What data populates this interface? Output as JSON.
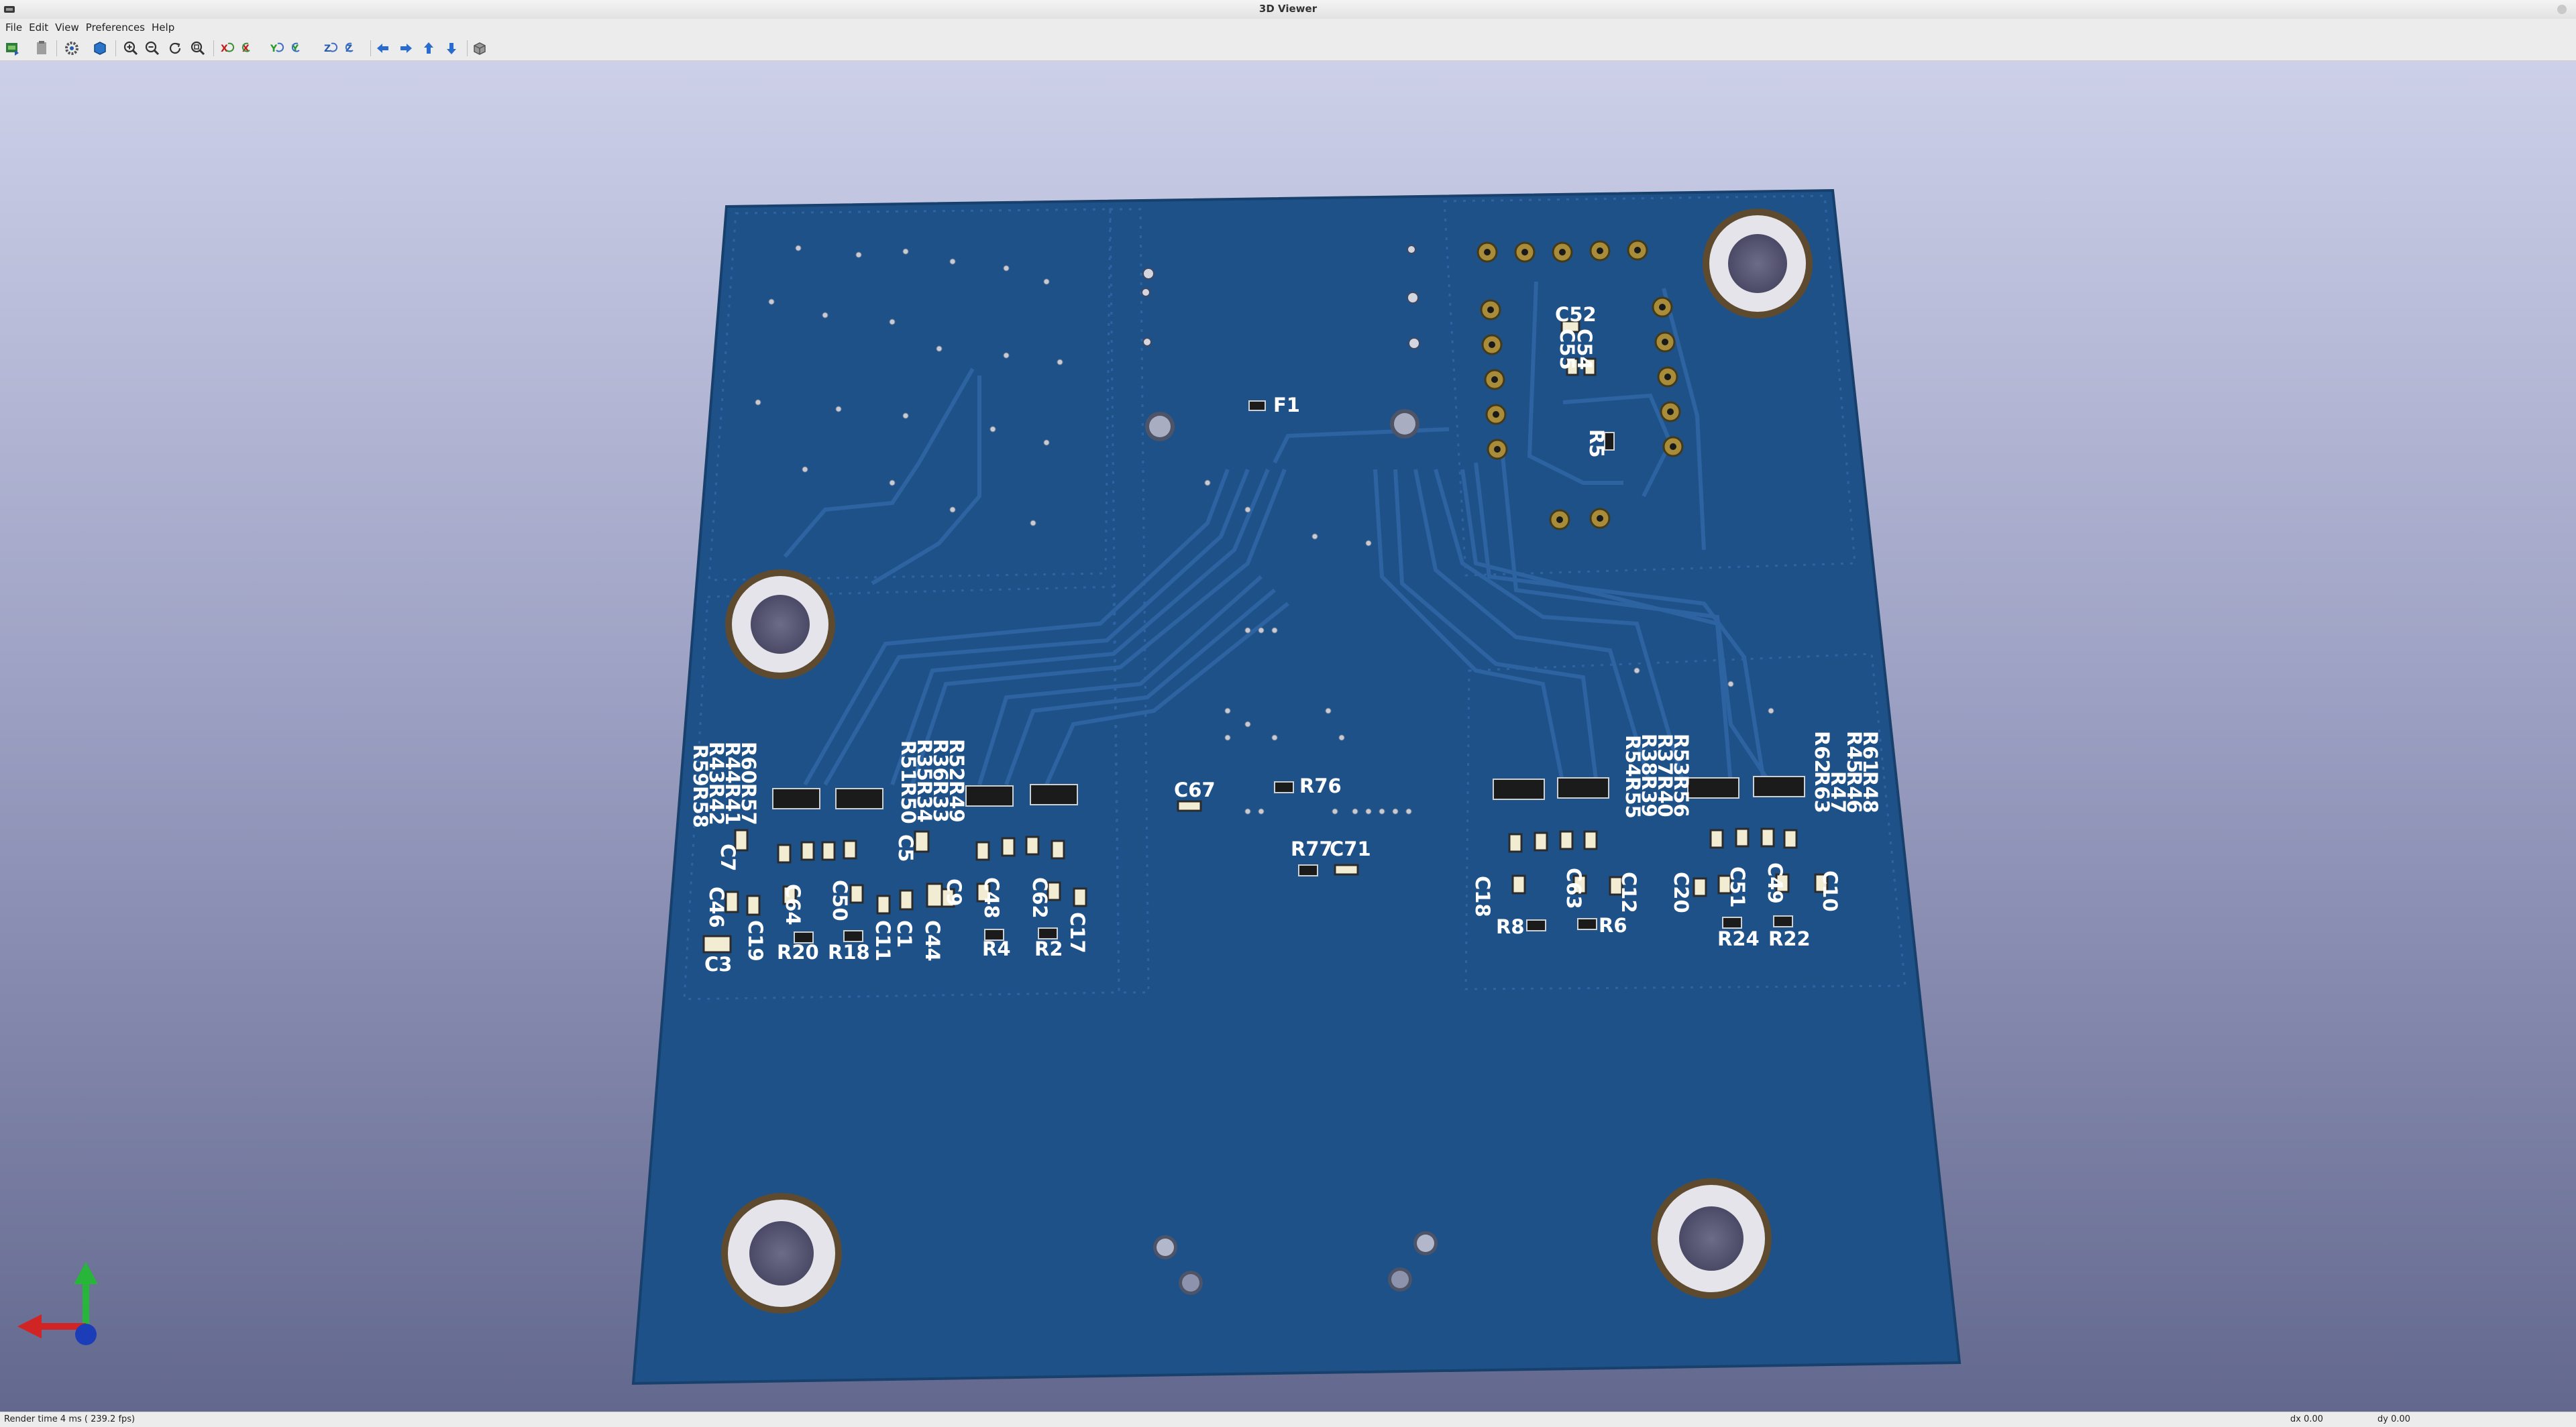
{
  "window": {
    "title": "3D Viewer"
  },
  "menu": [
    {
      "id": "file",
      "label": "File"
    },
    {
      "id": "edit",
      "label": "Edit"
    },
    {
      "id": "view",
      "label": "View"
    },
    {
      "id": "preferences",
      "label": "Preferences"
    },
    {
      "id": "help",
      "label": "Help"
    }
  ],
  "toolbar": [
    {
      "id": "export-image",
      "icon": "export-image-icon"
    },
    {
      "id": "copy-clipboard",
      "icon": "copy-clipboard-icon"
    },
    {
      "id": "options",
      "icon": "options-icon"
    },
    {
      "id": "raytracing",
      "icon": "raytracing-icon"
    },
    {
      "id": "zoom-in",
      "icon": "zoom-in-icon"
    },
    {
      "id": "zoom-out",
      "icon": "zoom-out-icon"
    },
    {
      "id": "refresh",
      "icon": "refresh-icon"
    },
    {
      "id": "zoom-fit",
      "icon": "zoom-fit-icon"
    },
    {
      "id": "rotate-x-cw",
      "icon": "rotate-x-cw-icon"
    },
    {
      "id": "rotate-x-ccw",
      "icon": "rotate-x-ccw-icon"
    },
    {
      "id": "rotate-y-cw",
      "icon": "rotate-y-cw-icon"
    },
    {
      "id": "rotate-y-ccw",
      "icon": "rotate-y-ccw-icon"
    },
    {
      "id": "rotate-z-cw",
      "icon": "rotate-z-cw-icon"
    },
    {
      "id": "rotate-z-ccw",
      "icon": "rotate-z-ccw-icon"
    },
    {
      "id": "pan-left",
      "icon": "arrow-left-icon"
    },
    {
      "id": "pan-right",
      "icon": "arrow-right-icon"
    },
    {
      "id": "pan-up",
      "icon": "arrow-up-icon"
    },
    {
      "id": "pan-down",
      "icon": "arrow-down-icon"
    },
    {
      "id": "ortho",
      "icon": "ortho-icon"
    }
  ],
  "board": {
    "refs": {
      "c3": "C3",
      "c7": "C7",
      "c46": "C46",
      "c19": "C19",
      "c64": "C64",
      "c50": "C50",
      "c11": "C11",
      "c1": "C1",
      "c44": "C44",
      "c9": "C9",
      "c5": "C5",
      "c48": "C48",
      "c62": "C62",
      "c17": "C17",
      "c67": "C67",
      "r76": "R76",
      "r77": "R77",
      "c71": "C71",
      "r20": "R20",
      "r18": "R18",
      "r4": "R4",
      "r2": "R2",
      "f1": "F1",
      "c52": "C52",
      "c54": "C54",
      "c55": "C55",
      "r5": "R5",
      "c18": "C18",
      "c63": "C63",
      "c12": "C12",
      "r8": "R8",
      "r6": "R6",
      "c20": "C20",
      "c51": "C51",
      "c49": "C49",
      "c10": "C10",
      "r24": "R24",
      "r22": "R22",
      "res_a": [
        "R60",
        "R57",
        "R44",
        "R41",
        "R43",
        "R42",
        "R59",
        "R58"
      ],
      "res_b": [
        "R52",
        "R49",
        "R36",
        "R33",
        "R35",
        "R34",
        "R51",
        "R50"
      ],
      "res_c": [
        "R53",
        "R56",
        "R37",
        "R40",
        "R38",
        "R39",
        "R54",
        "R55"
      ],
      "res_d": [
        "R61",
        "R48",
        "R45",
        "R46",
        "R47",
        "R62",
        "R63"
      ]
    }
  },
  "status": {
    "render": "Render time 4 ms ( 239.2 fps)",
    "dx": "dx 0.00",
    "dy": "dy 0.00"
  },
  "colors": {
    "board": "#1f5189",
    "copper": "#2c63a0",
    "silk": "#ffffff"
  }
}
